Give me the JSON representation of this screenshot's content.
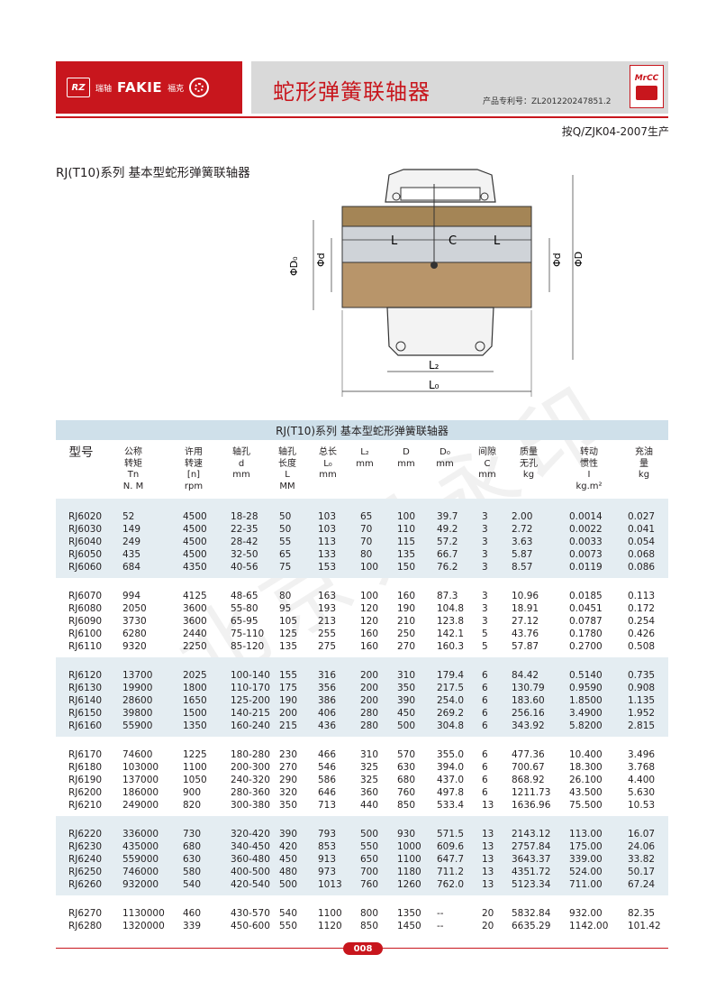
{
  "header": {
    "logo_rz": "RZ",
    "logo_ruizhou": "瑞轴",
    "logo_fakie": "FAKIE",
    "logo_fuke": "福克",
    "title": "蛇形弹簧联轴器",
    "patent": "产品专利号：ZL201220247851.2",
    "mark_text": "MrCC",
    "standard": "按Q/ZJK04-2007生产"
  },
  "section_title": "RJ(T10)系列 基本型蛇形弹簧联轴器",
  "drawing": {
    "label_L_left": "L",
    "label_C": "C",
    "label_L_right": "L",
    "label_D0": "ΦD₀",
    "label_d_left": "Φd",
    "label_d_right": "Φd",
    "label_D": "ΦD",
    "label_L2": "L₂",
    "label_L0": "L₀"
  },
  "table": {
    "title": "RJ(T10)系列 基本型蛇形弹簧联轴器",
    "columns": [
      [
        "型号"
      ],
      [
        "公称",
        "转矩",
        "Tn",
        "N. M"
      ],
      [
        "许用",
        "转速",
        "[n]",
        "rpm"
      ],
      [
        "轴孔",
        "d",
        "mm"
      ],
      [
        "轴孔",
        "长度",
        "L",
        "MM"
      ],
      [
        "总长",
        "L₀",
        "mm"
      ],
      [
        "L₂",
        "mm"
      ],
      [
        "D",
        "mm"
      ],
      [
        "D₀",
        "mm"
      ],
      [
        "间隙",
        "C",
        "mm"
      ],
      [
        "质量",
        "无孔",
        "kg"
      ],
      [
        "转动",
        "惯性",
        "I",
        "kg.m²"
      ],
      [
        "充油",
        "量",
        "kg"
      ]
    ],
    "groups": [
      [
        [
          "RJ6020",
          "52",
          "4500",
          "18-28",
          "50",
          "103",
          "65",
          "100",
          "39.7",
          "3",
          "2.00",
          "0.0014",
          "0.027"
        ],
        [
          "RJ6030",
          "149",
          "4500",
          "22-35",
          "50",
          "103",
          "70",
          "110",
          "49.2",
          "3",
          "2.72",
          "0.0022",
          "0.041"
        ],
        [
          "RJ6040",
          "249",
          "4500",
          "28-42",
          "55",
          "113",
          "70",
          "115",
          "57.2",
          "3",
          "3.63",
          "0.0033",
          "0.054"
        ],
        [
          "RJ6050",
          "435",
          "4500",
          "32-50",
          "65",
          "133",
          "80",
          "135",
          "66.7",
          "3",
          "5.87",
          "0.0073",
          "0.068"
        ],
        [
          "RJ6060",
          "684",
          "4350",
          "40-56",
          "75",
          "153",
          "100",
          "150",
          "76.2",
          "3",
          "8.57",
          "0.0119",
          "0.086"
        ]
      ],
      [
        [
          "RJ6070",
          "994",
          "4125",
          "48-65",
          "80",
          "163",
          "100",
          "160",
          "87.3",
          "3",
          "10.96",
          "0.0185",
          "0.113"
        ],
        [
          "RJ6080",
          "2050",
          "3600",
          "55-80",
          "95",
          "193",
          "120",
          "190",
          "104.8",
          "3",
          "18.91",
          "0.0451",
          "0.172"
        ],
        [
          "RJ6090",
          "3730",
          "3600",
          "65-95",
          "105",
          "213",
          "120",
          "210",
          "123.8",
          "3",
          "27.12",
          "0.0787",
          "0.254"
        ],
        [
          "RJ6100",
          "6280",
          "2440",
          "75-110",
          "125",
          "255",
          "160",
          "250",
          "142.1",
          "5",
          "43.76",
          "0.1780",
          "0.426"
        ],
        [
          "RJ6110",
          "9320",
          "2250",
          "85-120",
          "135",
          "275",
          "160",
          "270",
          "160.3",
          "5",
          "57.87",
          "0.2700",
          "0.508"
        ]
      ],
      [
        [
          "RJ6120",
          "13700",
          "2025",
          "100-140",
          "155",
          "316",
          "200",
          "310",
          "179.4",
          "6",
          "84.42",
          "0.5140",
          "0.735"
        ],
        [
          "RJ6130",
          "19900",
          "1800",
          "110-170",
          "175",
          "356",
          "200",
          "350",
          "217.5",
          "6",
          "130.79",
          "0.9590",
          "0.908"
        ],
        [
          "RJ6140",
          "28600",
          "1650",
          "125-200",
          "190",
          "386",
          "200",
          "390",
          "254.0",
          "6",
          "183.60",
          "1.8500",
          "1.135"
        ],
        [
          "RJ6150",
          "39800",
          "1500",
          "140-215",
          "200",
          "406",
          "280",
          "450",
          "269.2",
          "6",
          "256.16",
          "3.4900",
          "1.952"
        ],
        [
          "RJ6160",
          "55900",
          "1350",
          "160-240",
          "215",
          "436",
          "280",
          "500",
          "304.8",
          "6",
          "343.92",
          "5.8200",
          "2.815"
        ]
      ],
      [
        [
          "RJ6170",
          "74600",
          "1225",
          "180-280",
          "230",
          "466",
          "310",
          "570",
          "355.0",
          "6",
          "477.36",
          "10.400",
          "3.496"
        ],
        [
          "RJ6180",
          "103000",
          "1100",
          "200-300",
          "270",
          "546",
          "325",
          "630",
          "394.0",
          "6",
          "700.67",
          "18.300",
          "3.768"
        ],
        [
          "RJ6190",
          "137000",
          "1050",
          "240-320",
          "290",
          "586",
          "325",
          "680",
          "437.0",
          "6",
          "868.92",
          "26.100",
          "4.400"
        ],
        [
          "RJ6200",
          "186000",
          "900",
          "280-360",
          "320",
          "646",
          "360",
          "760",
          "497.8",
          "6",
          "1211.73",
          "43.500",
          "5.630"
        ],
        [
          "RJ6210",
          "249000",
          "820",
          "300-380",
          "350",
          "713",
          "440",
          "850",
          "533.4",
          "13",
          "1636.96",
          "75.500",
          "10.53"
        ]
      ],
      [
        [
          "RJ6220",
          "336000",
          "730",
          "320-420",
          "390",
          "793",
          "500",
          "930",
          "571.5",
          "13",
          "2143.12",
          "113.00",
          "16.07"
        ],
        [
          "RJ6230",
          "435000",
          "680",
          "340-450",
          "420",
          "853",
          "550",
          "1000",
          "609.6",
          "13",
          "2757.84",
          "175.00",
          "24.06"
        ],
        [
          "RJ6240",
          "559000",
          "630",
          "360-480",
          "450",
          "913",
          "650",
          "1100",
          "647.7",
          "13",
          "3643.37",
          "339.00",
          "33.82"
        ],
        [
          "RJ6250",
          "746000",
          "580",
          "400-500",
          "480",
          "973",
          "700",
          "1180",
          "711.2",
          "13",
          "4351.72",
          "524.00",
          "50.17"
        ],
        [
          "RJ6260",
          "932000",
          "540",
          "420-540",
          "500",
          "1013",
          "760",
          "1260",
          "762.0",
          "13",
          "5123.34",
          "711.00",
          "67.24"
        ]
      ],
      [
        [
          "RJ6270",
          "1130000",
          "460",
          "430-570",
          "540",
          "1100",
          "800",
          "1350",
          "--",
          "20",
          "5832.84",
          "932.00",
          "82.35"
        ],
        [
          "RJ6280",
          "1320000",
          "339",
          "450-600",
          "550",
          "1120",
          "850",
          "1450",
          "--",
          "20",
          "6635.29",
          "1142.00",
          "101.42"
        ]
      ]
    ]
  },
  "page_number": "008",
  "watermark": "北京易永印"
}
